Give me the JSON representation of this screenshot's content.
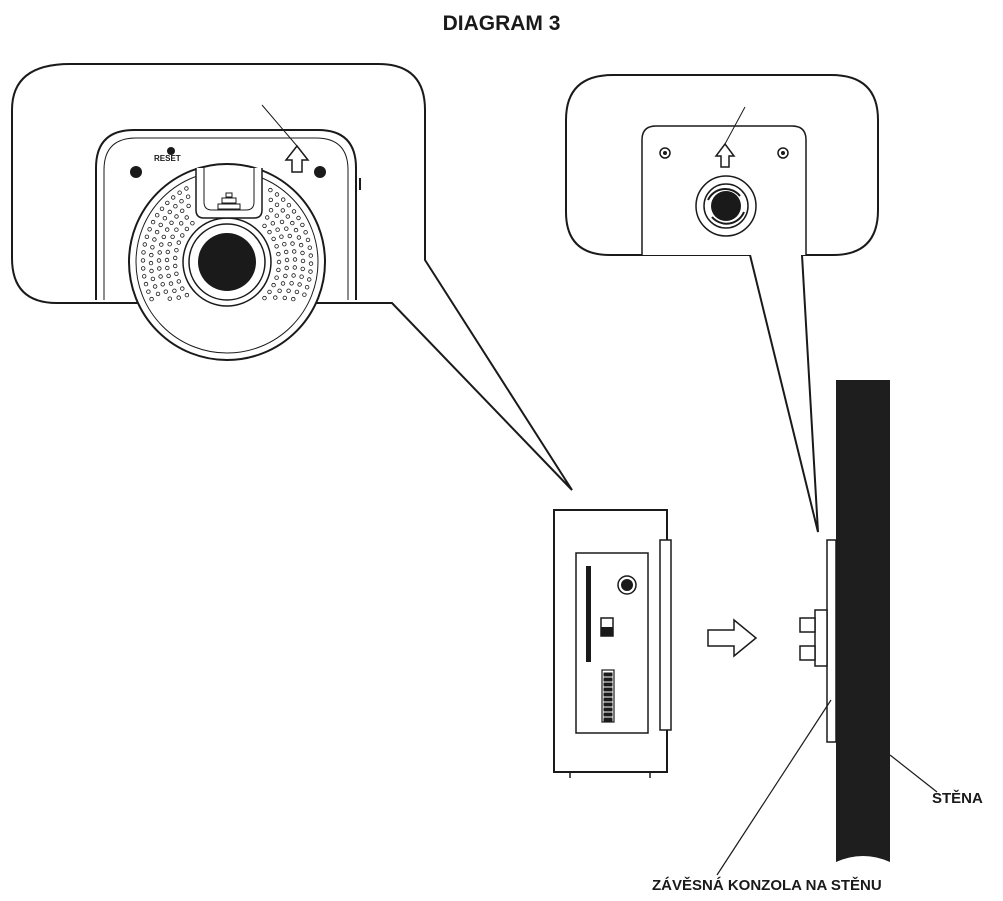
{
  "title": "DIAGRAM 3",
  "labels": {
    "reset": "RESET",
    "wall": "STĚNA",
    "wall_bracket": "ZÁVĚSNÁ KONZOLA NA STĚNU"
  },
  "icons": {
    "insert_arrow": "arrow-right-icon",
    "up_arrow": "arrow-up-icon"
  },
  "colors": {
    "line": "#1a1a1a",
    "wall": "#1e1e1e",
    "background": "#ffffff"
  }
}
